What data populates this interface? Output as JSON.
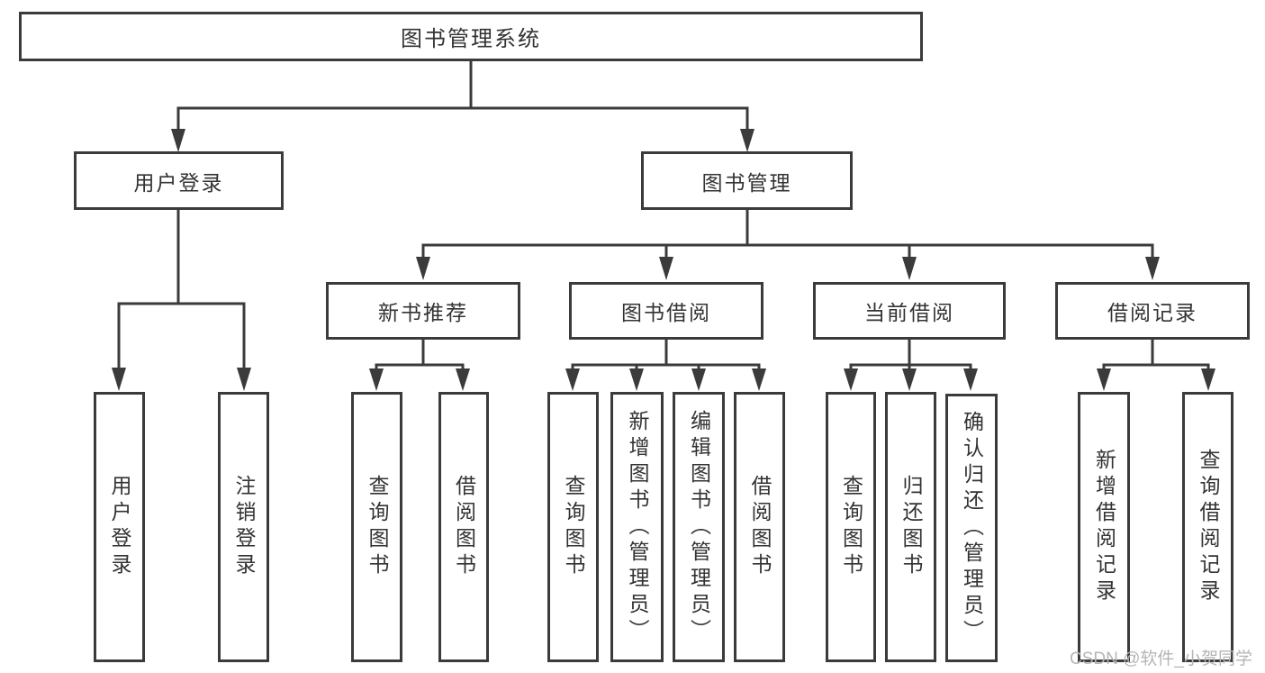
{
  "diagram_type": "hierarchy-tree",
  "tree": {
    "root": {
      "label": "图书管理系统",
      "children": [
        {
          "label": "用户登录",
          "children": [
            {
              "label": "用户登录"
            },
            {
              "label": "注销登录"
            }
          ]
        },
        {
          "label": "图书管理",
          "children": [
            {
              "label": "新书推荐",
              "children": [
                {
                  "label": "查询图书"
                },
                {
                  "label": "借阅图书"
                }
              ]
            },
            {
              "label": "图书借阅",
              "children": [
                {
                  "label": "查询图书"
                },
                {
                  "label": "新增图书（管理员）"
                },
                {
                  "label": "编辑图书（管理员）"
                },
                {
                  "label": "借阅图书"
                }
              ]
            },
            {
              "label": "当前借阅",
              "children": [
                {
                  "label": "查询图书"
                },
                {
                  "label": "归还图书"
                },
                {
                  "label": "确认归还（管理员）"
                }
              ]
            },
            {
              "label": "借阅记录",
              "children": [
                {
                  "label": "新增借阅记录"
                },
                {
                  "label": "查询借阅记录"
                }
              ]
            }
          ]
        }
      ]
    }
  },
  "watermark": {
    "text": "CSDN @软件_小贺同学"
  },
  "colors": {
    "line": "#3b3b3b",
    "text": "#333333",
    "watermark": "#b5b5b5"
  }
}
